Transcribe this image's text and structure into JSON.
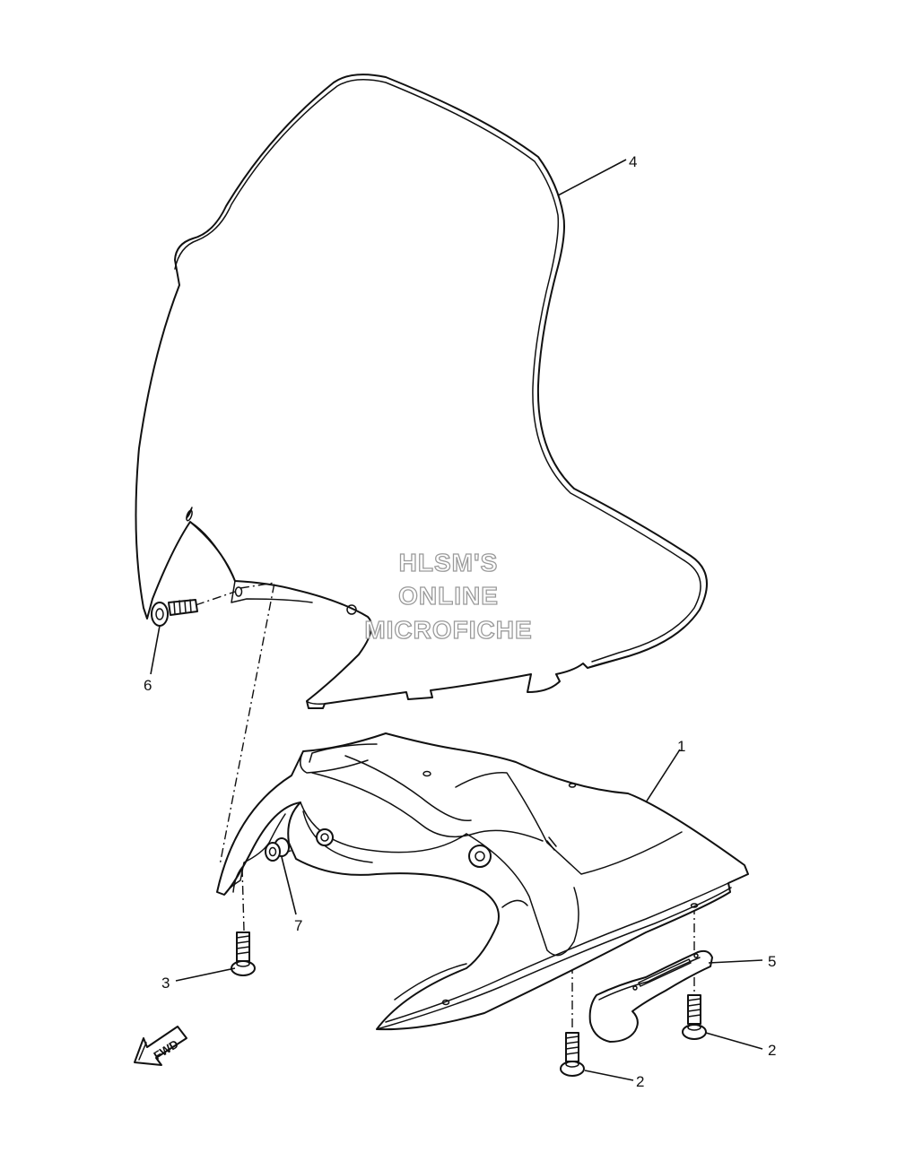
{
  "watermark": {
    "line1": "HLSM'S",
    "line2": "ONLINE",
    "line3": "MICROFICHE"
  },
  "direction_arrow": {
    "label": "FWD"
  },
  "callouts": [
    {
      "id": "c4",
      "label": "4"
    },
    {
      "id": "c1",
      "label": "1"
    },
    {
      "id": "c6",
      "label": "6"
    },
    {
      "id": "c7",
      "label": "7"
    },
    {
      "id": "c3",
      "label": "3"
    },
    {
      "id": "c5",
      "label": "5"
    },
    {
      "id": "c2a",
      "label": "2"
    },
    {
      "id": "c2b",
      "label": "2"
    }
  ]
}
